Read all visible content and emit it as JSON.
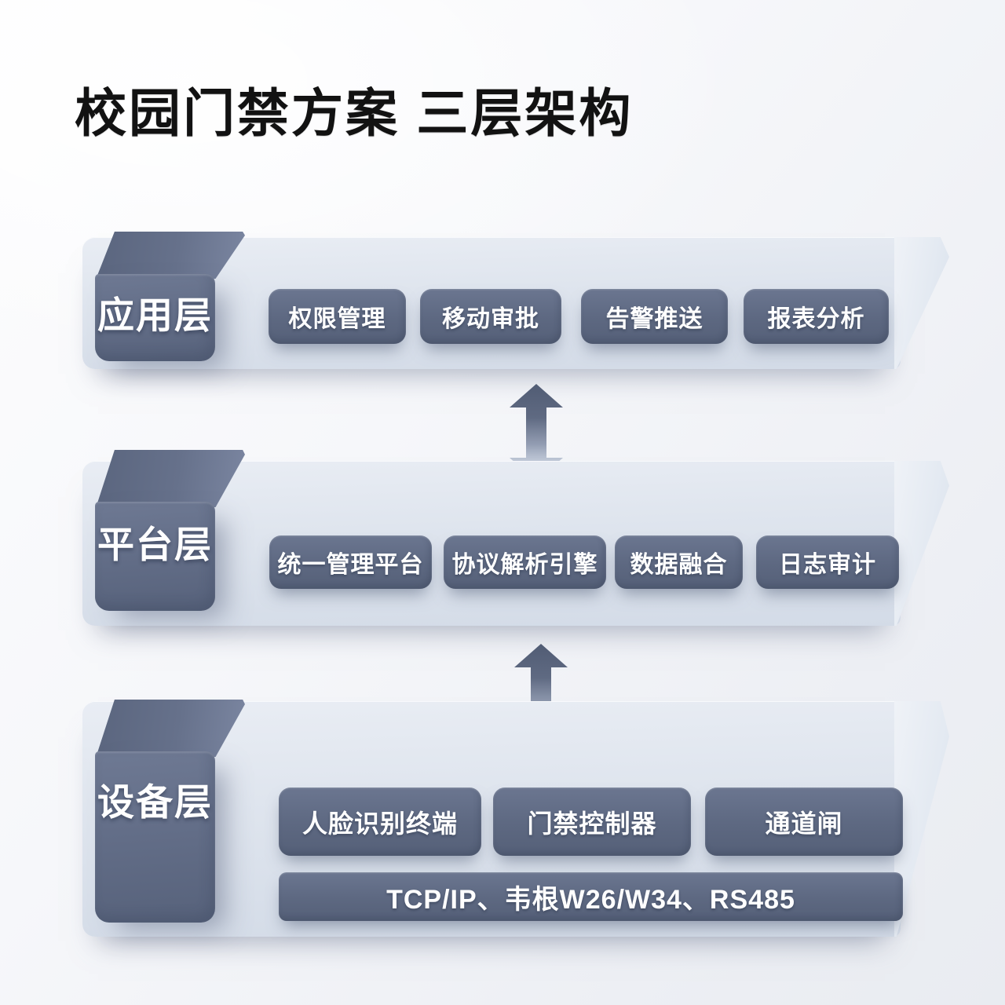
{
  "title": "校园门禁方案 三层架构",
  "layers": [
    {
      "name": "应用层",
      "items": [
        "权限管理",
        "移动审批",
        "告警推送",
        "报表分析"
      ]
    },
    {
      "name": "平台层",
      "items": [
        "统一管理平台",
        "协议解析引擎",
        "数据融合",
        "日志审计"
      ]
    },
    {
      "name": "设备层",
      "items": [
        "人脸识别终端",
        "门禁控制器",
        "通道闸"
      ],
      "protocol_bar": "TCP/IP、韦根W26/W34、RS485"
    }
  ],
  "icons": {
    "arrow_between_layers": "bidirectional-vertical-arrow"
  },
  "colors": {
    "title_text": "#121212",
    "band_face": "#dde3ed",
    "band_side_face": "#e9eef4",
    "block_face": "#626d87",
    "chip_face": "#5d6881",
    "chip_text": "#ffffff",
    "arrow_dark": "#515c74",
    "arrow_light": "#d8e0eb",
    "background": "#f3f4f8"
  }
}
